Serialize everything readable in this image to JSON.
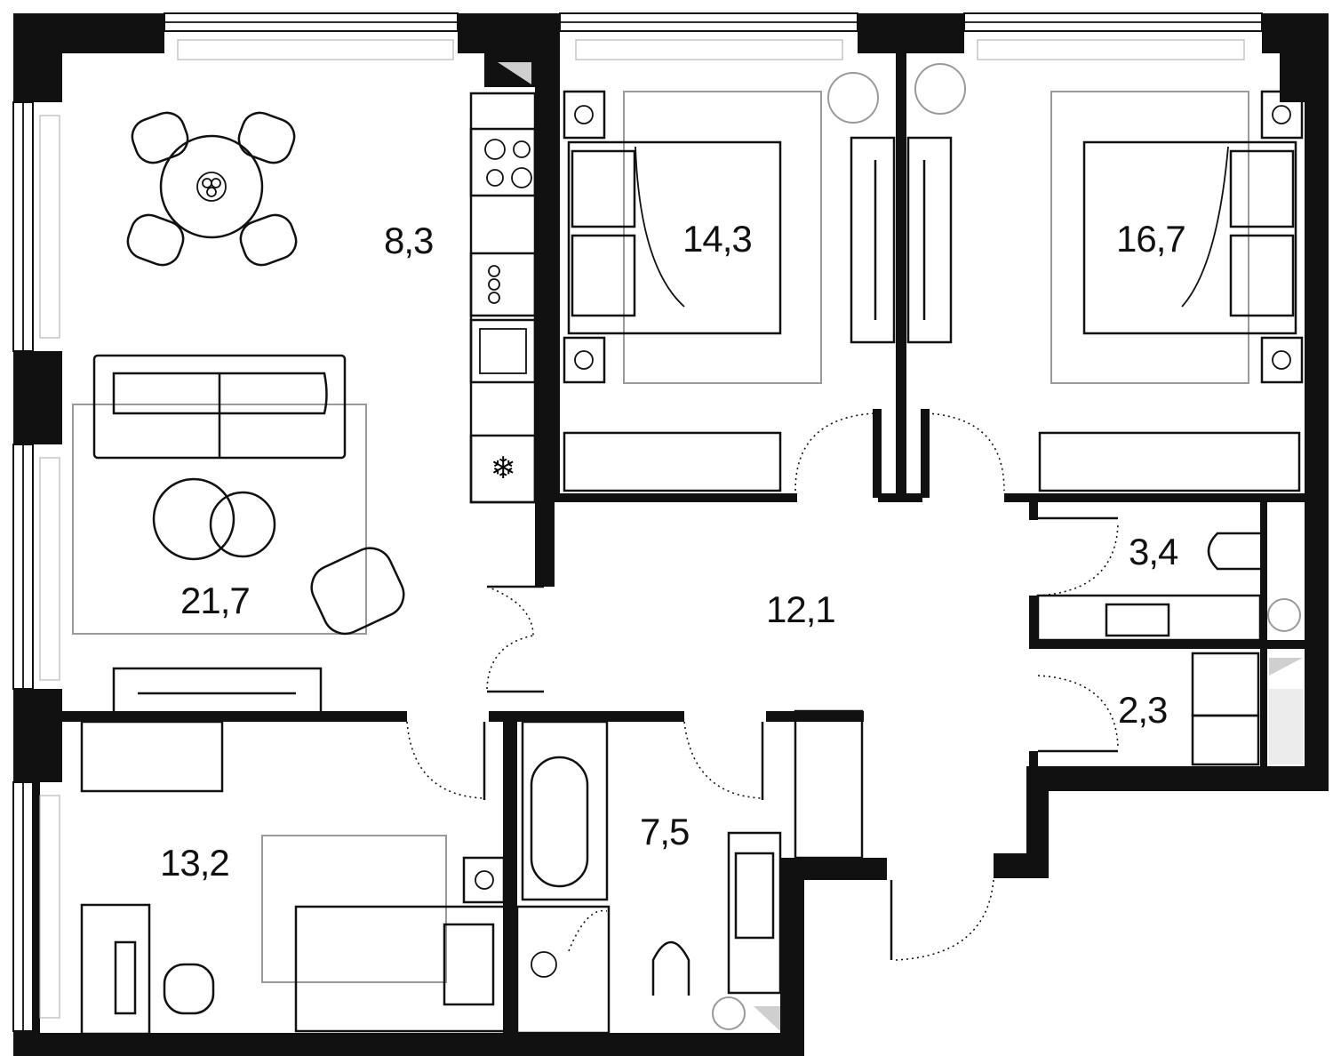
{
  "rooms": {
    "kitchen": {
      "area": "8,3"
    },
    "bedroom_1": {
      "area": "14,3"
    },
    "bedroom_2": {
      "area": "16,7"
    },
    "living_room": {
      "area": "21,7"
    },
    "hallway": {
      "area": "12,1"
    },
    "toilet": {
      "area": "3,4"
    },
    "laundry": {
      "area": "2,3"
    },
    "bathroom": {
      "area": "7,5"
    },
    "bedroom_3": {
      "area": "13,2"
    }
  },
  "colors": {
    "wall": "#111111",
    "furniture_outline": "#111111",
    "secondary_outline": "#9a9a9a",
    "background": "#ffffff"
  }
}
